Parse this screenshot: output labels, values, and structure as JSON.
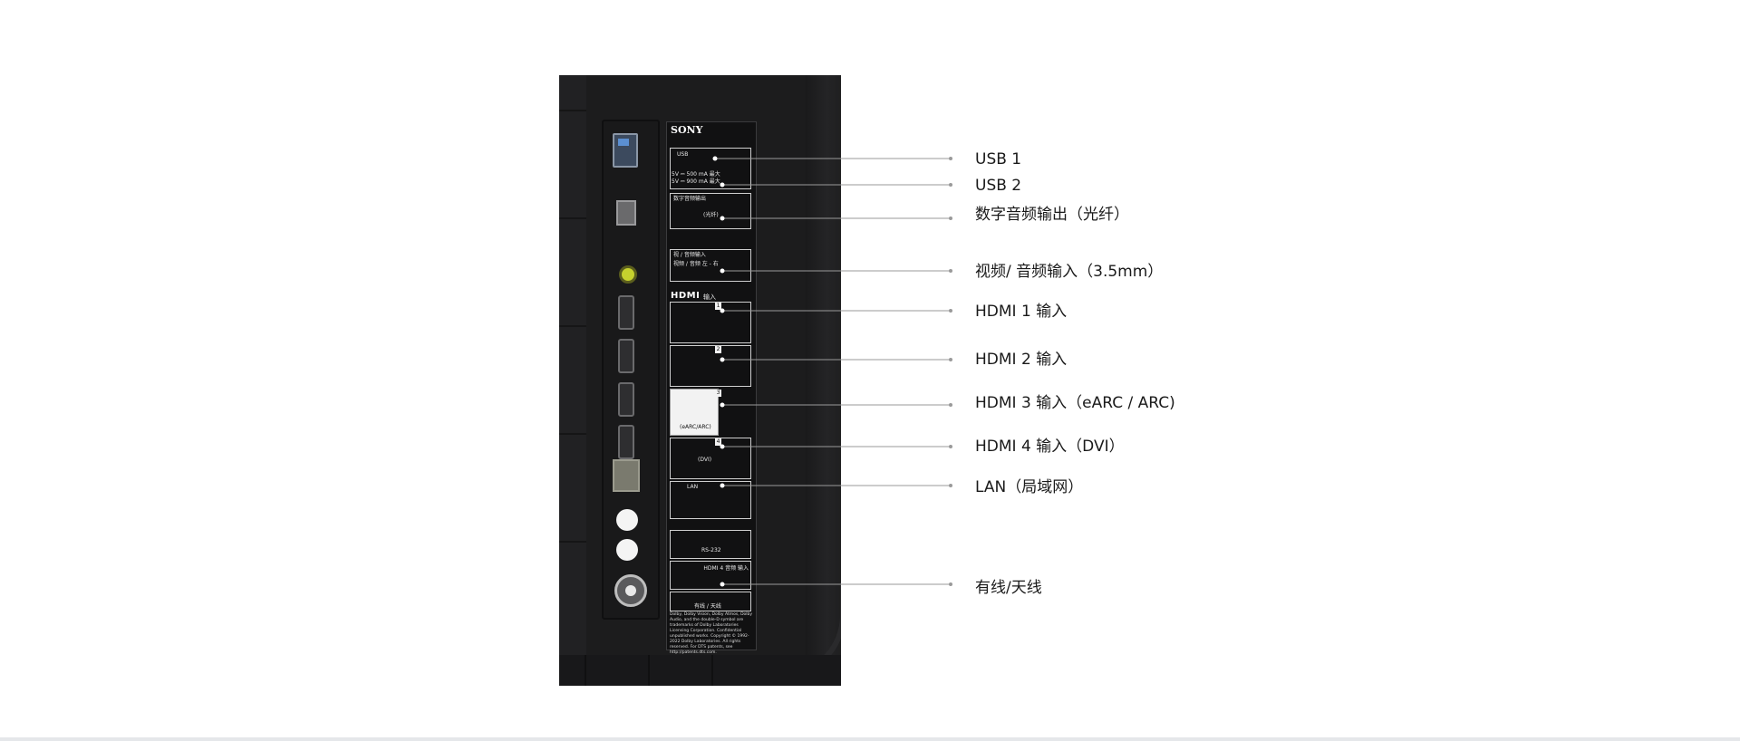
{
  "callouts": [
    {
      "label": "USB 1"
    },
    {
      "label": "USB 2"
    },
    {
      "label": "数字音频输出（光纤）"
    },
    {
      "label": "视频/ 音频输入（3.5mm）"
    },
    {
      "label": "HDMI 1 输入"
    },
    {
      "label": "HDMI 2 输入"
    },
    {
      "label": "HDMI 3 输入（eARC / ARC)"
    },
    {
      "label": "HDMI 4 输入（DVI）"
    },
    {
      "label": "LAN（局域网）"
    },
    {
      "label": "有线/天线"
    }
  ],
  "panel_labels": {
    "brand": "SONY",
    "usb": "USB",
    "usb_power_1": "5V ⎓ 500 mA 最大",
    "usb_power_2": "5V ⎓ 900 mA 最大",
    "optical_title": "数字音频输出",
    "optical_sub": "(光纤)",
    "av_title": "视 / 音频输入",
    "av_sub": "视频 / 音频 左 - 右",
    "hdmi_logo": "HDMI",
    "hdmi_sub": "输入",
    "hdmi_nums": [
      "1",
      "2",
      "3",
      "4"
    ],
    "earc": "(eARC/ARC)",
    "dvi": "(DVI)",
    "lan": "LAN",
    "rs232": "RS-232",
    "hdmi4_audio": "HDMI 4 音频 输入",
    "antenna": "有线 / 天线",
    "fine_print": "Dolby, Dolby Vision, Dolby Atmos, Dolby Audio, and the double-D symbol are trademarks of Dolby Laboratories Licensing Corporation. Confidential unpublished works. Copyright © 1992-2022 Dolby Laboratories. All rights reserved. For DTS patents, see http://patents.dts.com."
  },
  "colors": {
    "panel": "#1c1c1d",
    "leader_line": "#9a9a9a",
    "label_text": "#1a1a1a",
    "background": "#ffffff"
  }
}
